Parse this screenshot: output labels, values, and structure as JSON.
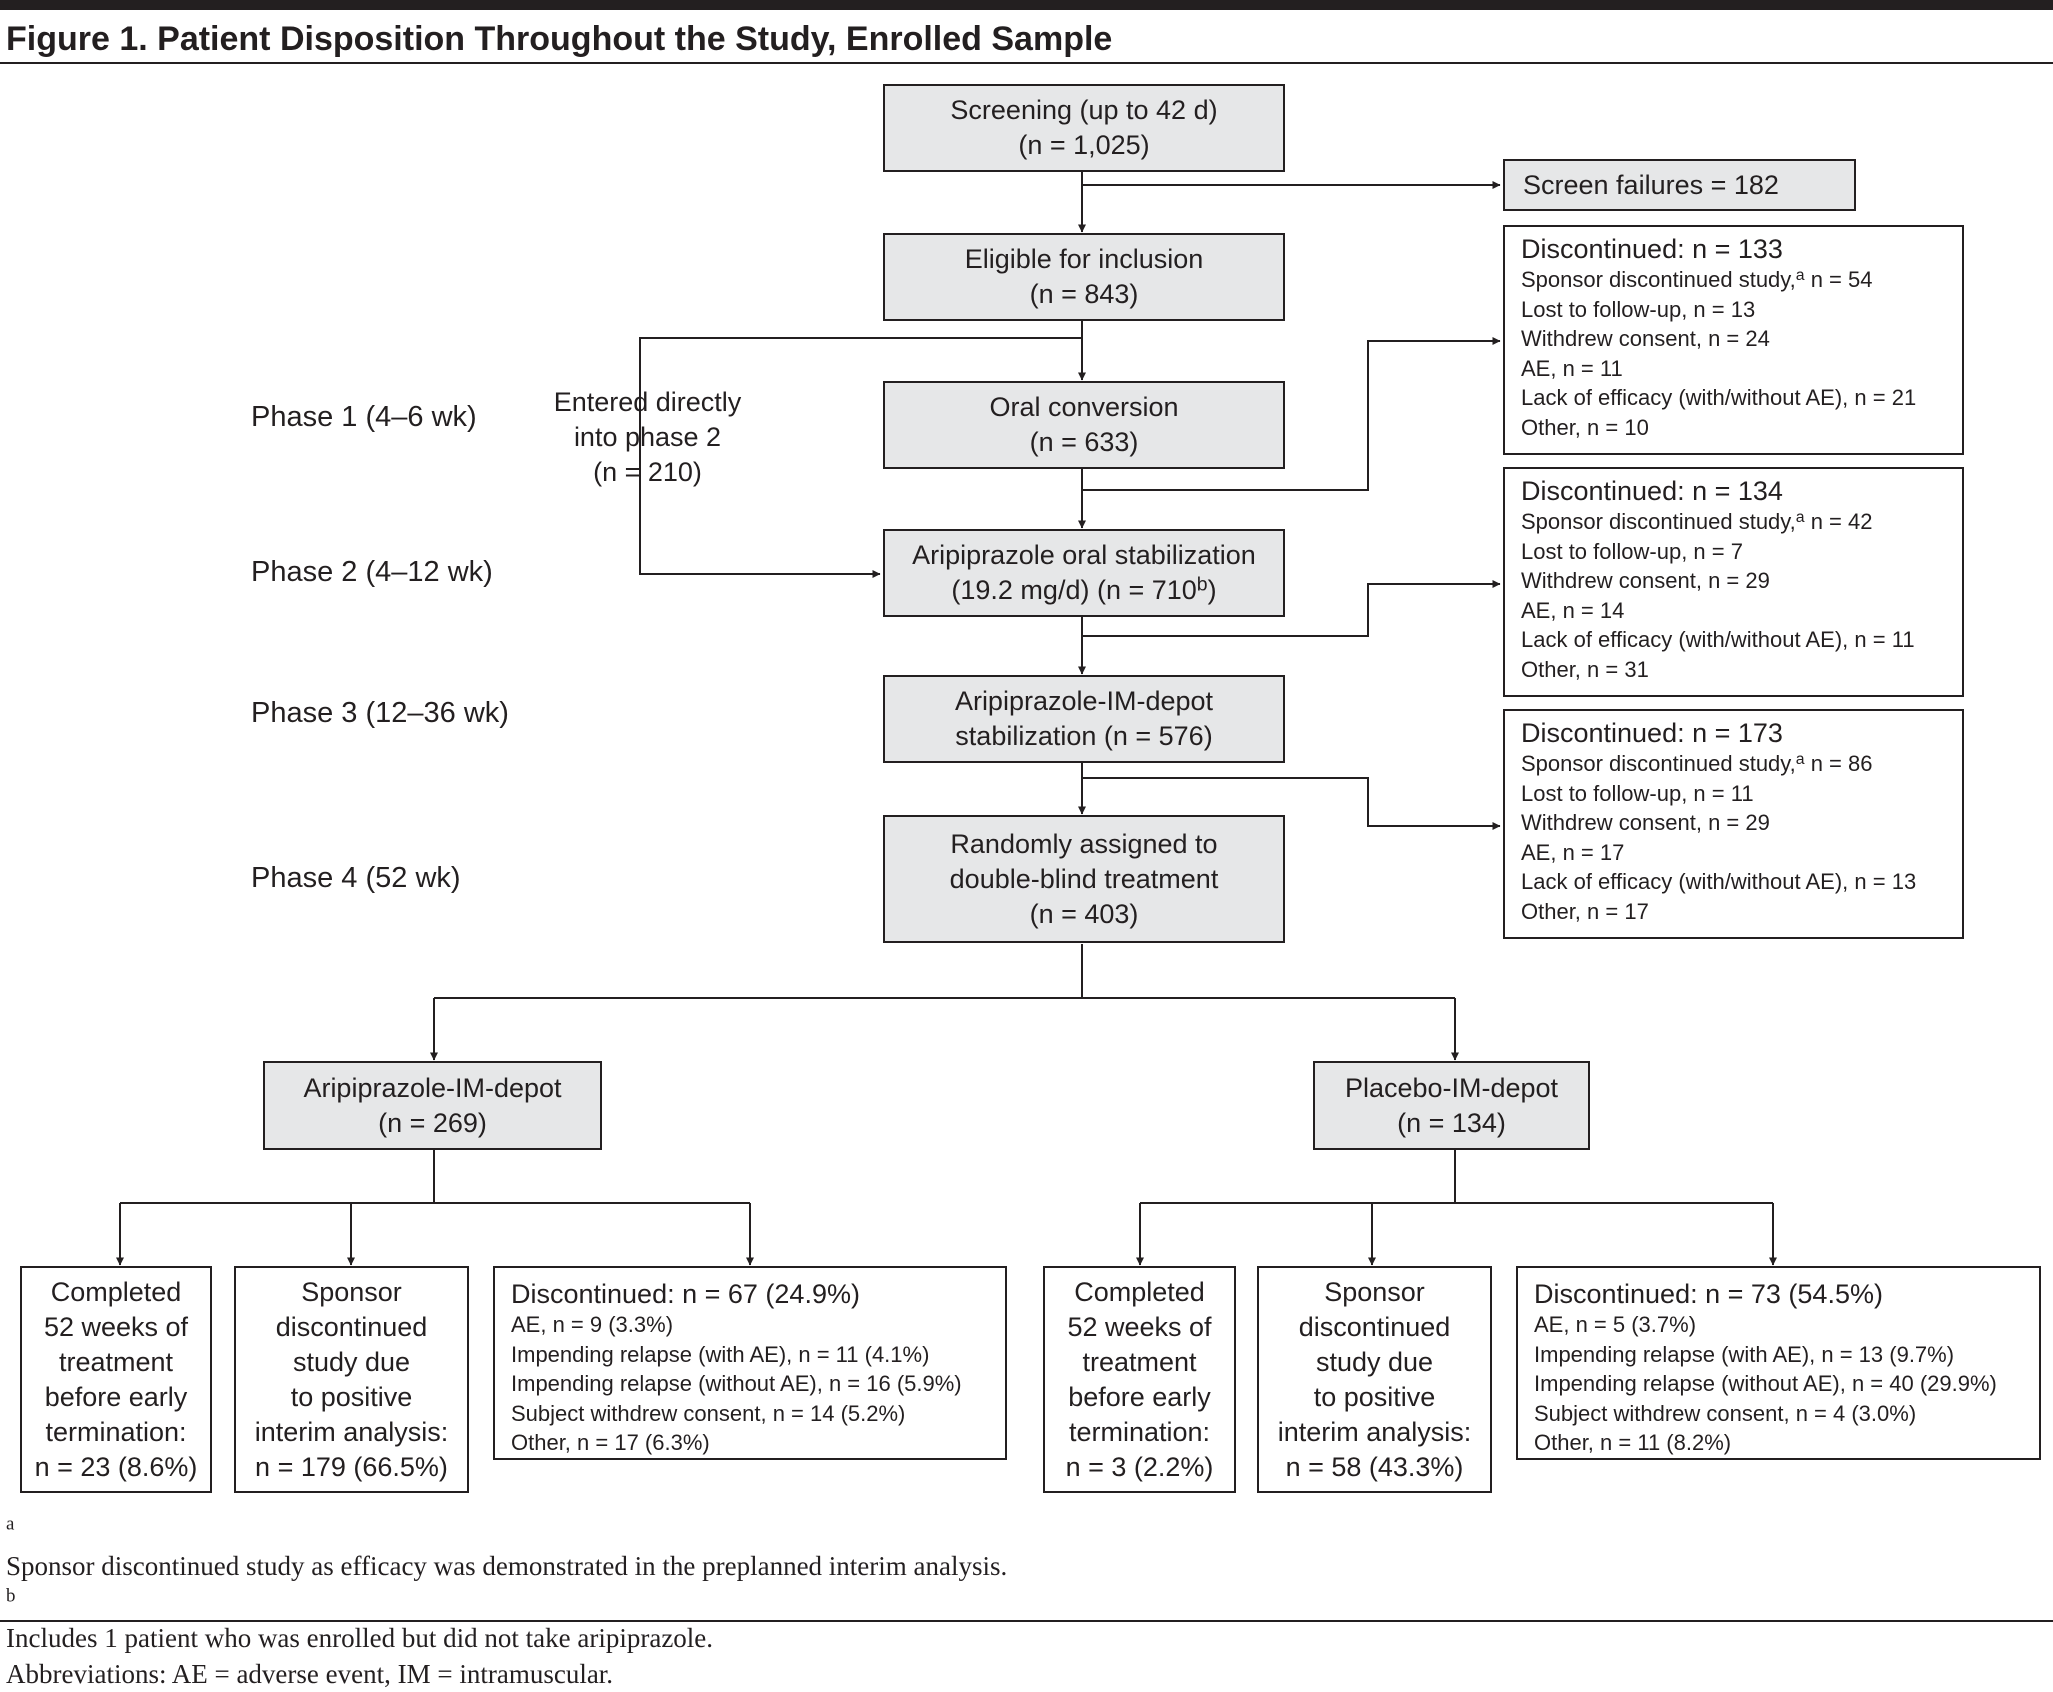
{
  "figure": {
    "title": "Figure 1. Patient Disposition Throughout the Study, Enrolled Sample"
  },
  "phases": [
    {
      "label": "Phase 1 (4–6 wk)"
    },
    {
      "label": "Phase 2 (4–12 wk)"
    },
    {
      "label": "Phase 3 (12–36 wk)"
    },
    {
      "label": "Phase 4 (52 wk)"
    }
  ],
  "entered_directly": {
    "lines": [
      "Entered directly",
      "into phase 2",
      "(n = 210)"
    ]
  },
  "main": {
    "screening": {
      "line1": "Screening (up to 42 d)",
      "line2": "(n = 1,025)"
    },
    "screen_failures": "Screen failures = 182",
    "eligible": {
      "line1": "Eligible for inclusion",
      "line2": "(n = 843)"
    },
    "oral_conversion": {
      "line1": "Oral conversion",
      "line2": "(n = 633)"
    },
    "oral_stabilization": {
      "line1": "Aripiprazole oral stabilization",
      "line2_pre": "(19.2 mg/d) (n = 710",
      "line2_sup": "b",
      "line2_post": ")"
    },
    "im_stabilization": {
      "line1": "Aripiprazole-IM-depot",
      "line2": "stabilization (n = 576)"
    },
    "randomized": {
      "line1": "Randomly assigned to",
      "line2": "double-blind treatment",
      "line3": "(n = 403)"
    }
  },
  "discontinued_phases": [
    {
      "heading": "Discontinued: n = 133",
      "sponsor_pre": "Sponsor discontinued study,",
      "sponsor_sup": "a",
      "sponsor_post": " n = 54",
      "items": [
        "Lost to follow-up, n = 13",
        "Withdrew consent, n = 24",
        "AE, n = 11",
        "Lack of efficacy (with/without AE), n = 21",
        "Other, n = 10"
      ]
    },
    {
      "heading": "Discontinued: n = 134",
      "sponsor_pre": "Sponsor discontinued study,",
      "sponsor_sup": "a",
      "sponsor_post": " n = 42",
      "items": [
        "Lost to follow-up, n = 7",
        "Withdrew consent, n = 29",
        "AE, n = 14",
        "Lack of efficacy (with/without AE), n = 11",
        "Other, n = 31"
      ]
    },
    {
      "heading": "Discontinued: n = 173",
      "sponsor_pre": "Sponsor discontinued study,",
      "sponsor_sup": "a",
      "sponsor_post": " n = 86",
      "items": [
        "Lost to follow-up, n = 11",
        "Withdrew consent, n = 29",
        "AE, n = 17",
        "Lack of efficacy (with/without AE), n = 13",
        "Other, n = 17"
      ]
    }
  ],
  "arms": [
    {
      "name": {
        "line1": "Aripiprazole-IM-depot",
        "line2": "(n = 269)"
      },
      "completed": [
        "Completed",
        "52 weeks of",
        "treatment",
        "before early",
        "termination:",
        "n = 23 (8.6%)"
      ],
      "sponsor": [
        "Sponsor",
        "discontinued",
        "study due",
        "to positive",
        "interim analysis:",
        "n = 179 (66.5%)"
      ],
      "discontinued": {
        "heading": "Discontinued: n = 67 (24.9%)",
        "items": [
          "AE, n = 9 (3.3%)",
          "Impending relapse (with AE), n = 11 (4.1%)",
          "Impending relapse (without AE), n = 16 (5.9%)",
          "Subject withdrew consent, n = 14 (5.2%)",
          "Other, n = 17 (6.3%)"
        ]
      }
    },
    {
      "name": {
        "line1": "Placebo-IM-depot",
        "line2": "(n = 134)"
      },
      "completed": [
        "Completed",
        "52 weeks of",
        "treatment",
        "before early",
        "termination:",
        "n = 3 (2.2%)"
      ],
      "sponsor": [
        "Sponsor",
        "discontinued",
        "study due",
        "to positive",
        "interim analysis:",
        "n = 58 (43.3%)"
      ],
      "discontinued": {
        "heading": "Discontinued: n = 73 (54.5%)",
        "items": [
          "AE, n = 5 (3.7%)",
          "Impending relapse (with AE), n = 13 (9.7%)",
          "Impending relapse (without AE), n = 40 (29.9%)",
          "Subject withdrew consent, n = 4 (3.0%)",
          "Other, n = 11 (8.2%)"
        ]
      }
    }
  ],
  "footnotes": {
    "a_mark": "a",
    "a_text": "Sponsor discontinued study as efficacy was demonstrated in the preplanned interim analysis.",
    "b_mark": "b",
    "b_text": "Includes 1 patient who was enrolled but did not take aripiprazole.",
    "abbreviations": "Abbreviations: AE = adverse event, IM = intramuscular."
  },
  "colors": {
    "box_fill": "#e6e7e8",
    "ink": "#231f20",
    "background": "#ffffff"
  }
}
